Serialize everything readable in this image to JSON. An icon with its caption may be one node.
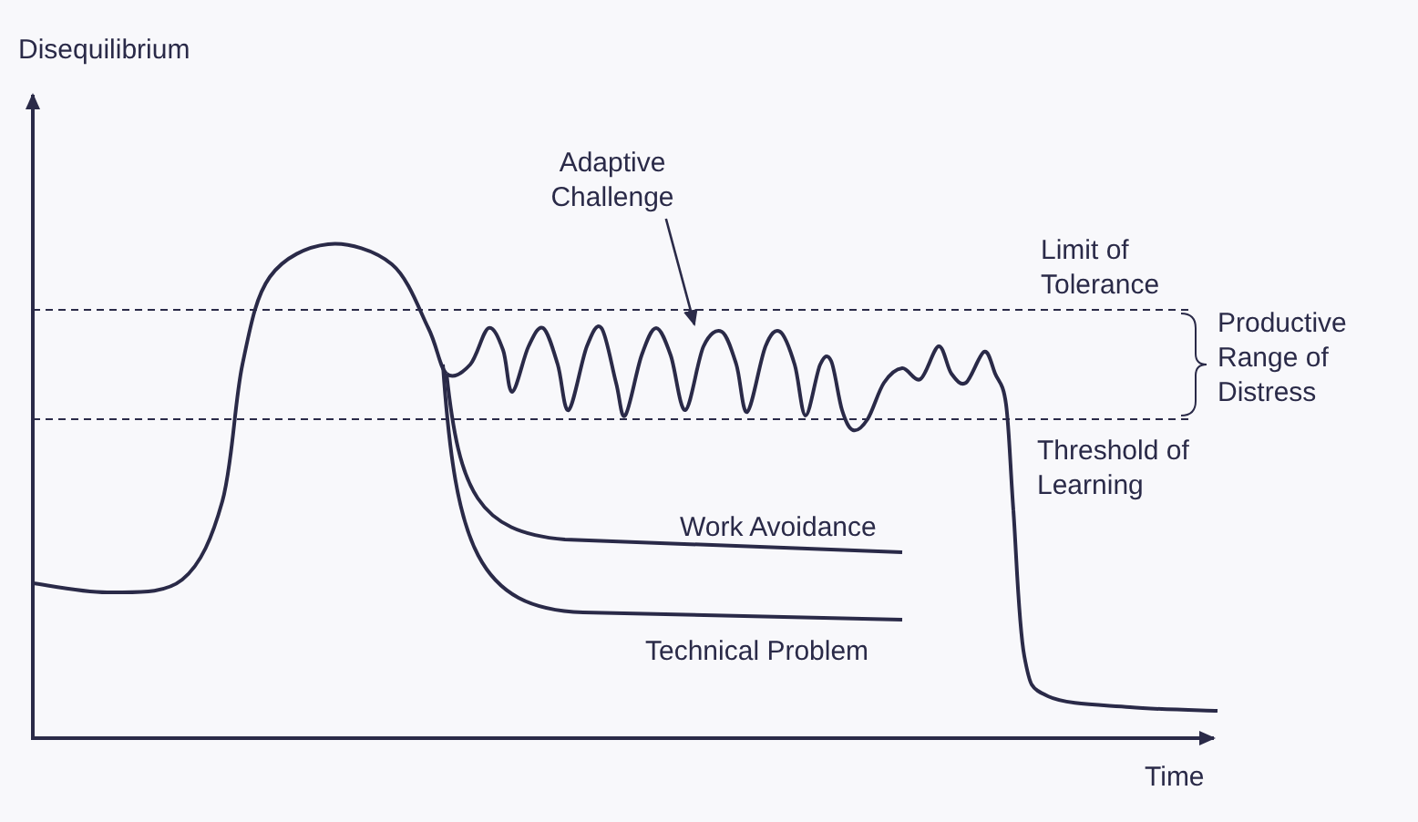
{
  "diagram": {
    "nodes": [
      {
        "text": [
          "Adaptive Challenge"
        ]
      },
      {
        "text": [],
        "shape": "curve"
      }
    ],
    "edges": [
      {
        "from": 0,
        "to": 1,
        "arrow": "to"
      }
    ],
    "labels": [
      "Disequilibrium",
      "Limit of Tolerance",
      "Productive Range of Distress",
      "Threshold of Learning",
      "Work Avoidance",
      "Technical Problem",
      "Time"
    ]
  }
}
